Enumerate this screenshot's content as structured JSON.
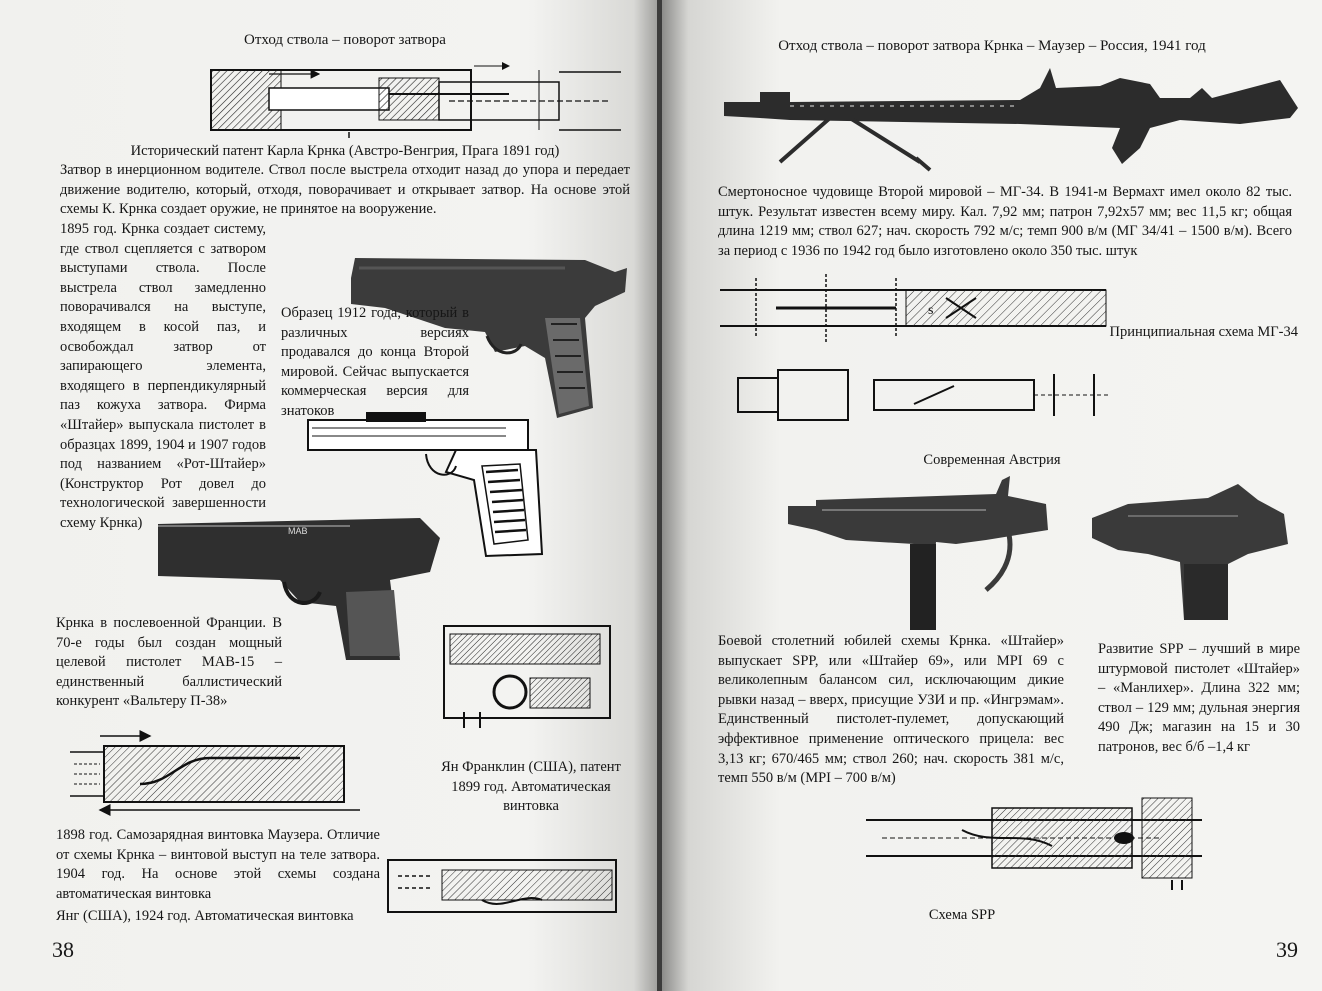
{
  "left_page": {
    "heading": "Отход ствола – поворот затвора",
    "patent_caption": "Исторический патент Карла Крнка (Австро-Венгрия, Прага 1891 год)",
    "intro_text": "Затвор в инерционном водителе. Ствол после выстрела отходит назад до упора и передает движение водителю, который, отходя, поворачивает и открывает затвор. На основе этой схемы К. Крнка создает оружие, не принятое на вооружение.",
    "column_text": "1895 год. Крнка создает систему, где ствол сцепляется с затвором выступами ствола. После выстрела ствол замедленно поворачивался на выступе, входящем в косой паз, и освобождал затвор от запирающего элемента, входящего в перпендикулярный паз кожуха затвора. Фирма «Штайер» выпускала пистолет в образцах 1899, 1904 и 1907 годов под названием «Рот-Штайер» (Конструктор Рот довел до технологической завершенности схему Крнка)",
    "model1912_caption": "Образец 1912 года, который в различных версиях продавался до конца Второй мировой. Сейчас выпускается коммерческая версия для знатоков",
    "france_caption": "Крнка в послевоенной Франции. В 70-е годы был создан мощный целевой пистолет МАВ-15 – единственный баллистический конкурент «Вальтеру П-38»",
    "franklin_caption": "Ян Франклин (США), патент 1899 год. Автоматическая винтовка",
    "mauser_caption": "1898 год. Самозарядная винтовка Маузера. Отличие от схемы Крнка – винтовой выступ на теле затвора. 1904 год. На основе этой схемы создана автоматическая винтовка",
    "yang_caption": "Янг (США), 1924 год. Автоматическая винтовка",
    "page_number": "38",
    "pistol_marking": "MAB"
  },
  "right_page": {
    "heading": "Отход ствола – поворот затвора Крнка – Маузер – Россия, 1941 год",
    "mg34_caption": "Смертоносное чудовище Второй мировой – МГ-34. В 1941-м Вермахт имел около 82 тыс. штук. Результат известен всему миру. Кал. 7,92 мм; патрон 7,92х57 мм; вес 11,5 кг; общая длина 1219 мм; ствол 627; нач. скорость 792 м/с; темп 900 в/м (МГ 34/41 – 1500 в/м). Всего за период с 1936 по 1942 год было изготовлено около 350 тыс. штук",
    "mg34_scheme_caption": "Принципиальная схема МГ-34",
    "austria_heading": "Современная Австрия",
    "spp_caption_left": "Боевой столетний юбилей схемы Крнка. «Штайер» выпускает SPP, или «Штайер 69», или MPI 69 с великолепным балансом сил, исключающим дикие рывки назад – вверх, присущие УЗИ и пр. «Ингрэмам». Единственный пистолет-пулемет, допускающий эффективное применение оптического прицела: вес 3,13 кг; 670/465 мм; ствол 260; нач. скорость 381 м/с, темп 550 в/м (MPI – 700 в/м)",
    "spp_caption_right": "Развитие SPP – лучший в мире штурмовой пистолет «Штайер» – «Манлихер». Длина 322 мм; ствол – 129 мм; дульная энергия 490 Дж; магазин на 15 и 30 патронов, вес б/б –1,4 кг",
    "spp_scheme_caption": "Схема SPP",
    "page_number": "39"
  }
}
